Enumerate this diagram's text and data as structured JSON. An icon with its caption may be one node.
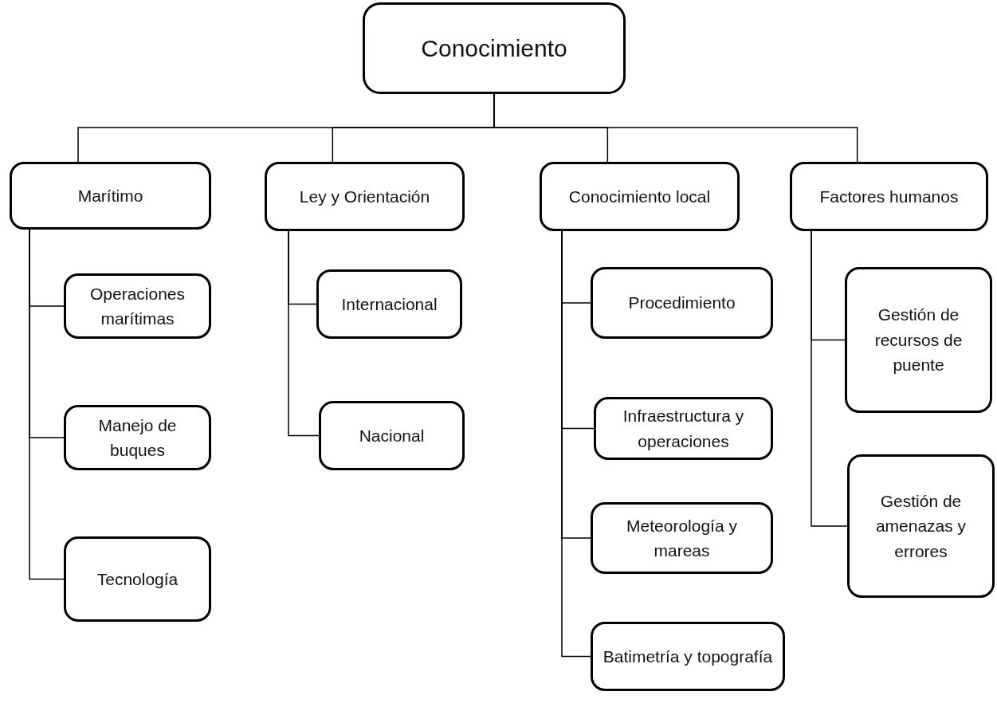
{
  "diagram": {
    "nodes": [
      {
        "text": [
          "Conocimiento"
        ]
      },
      {
        "text": [
          "Marítimo"
        ]
      },
      {
        "text": [
          "Ley y Orientación"
        ]
      },
      {
        "text": [
          "Conocimiento local"
        ]
      },
      {
        "text": [
          "Factores humanos"
        ]
      },
      {
        "text": [
          "Operaciones marítimas"
        ]
      },
      {
        "text": [
          "Manejo de buques"
        ]
      },
      {
        "text": [
          "Tecnología"
        ]
      },
      {
        "text": [
          "Internacional"
        ]
      },
      {
        "text": [
          "Nacional"
        ]
      },
      {
        "text": [
          "Procedimiento"
        ]
      },
      {
        "text": [
          "Infraestructura y operaciones"
        ]
      },
      {
        "text": [
          "Meteorología y mareas"
        ]
      },
      {
        "text": [
          "Batimetría y topografía"
        ]
      },
      {
        "text": [
          "Gestión de recursos de puente"
        ]
      },
      {
        "text": [
          "Gestión de amenazas y errores"
        ]
      }
    ],
    "edges": [
      {
        "from": 0,
        "to": 1,
        "arrow": "none"
      },
      {
        "from": 0,
        "to": 2,
        "arrow": "none"
      },
      {
        "from": 0,
        "to": 3,
        "arrow": "none"
      },
      {
        "from": 0,
        "to": 4,
        "arrow": "none"
      },
      {
        "from": 1,
        "to": 5,
        "arrow": "none"
      },
      {
        "from": 1,
        "to": 6,
        "arrow": "none"
      },
      {
        "from": 1,
        "to": 7,
        "arrow": "none"
      },
      {
        "from": 2,
        "to": 8,
        "arrow": "none"
      },
      {
        "from": 2,
        "to": 9,
        "arrow": "none"
      },
      {
        "from": 3,
        "to": 10,
        "arrow": "none"
      },
      {
        "from": 3,
        "to": 11,
        "arrow": "none"
      },
      {
        "from": 3,
        "to": 12,
        "arrow": "none"
      },
      {
        "from": 3,
        "to": 13,
        "arrow": "none"
      },
      {
        "from": 4,
        "to": 14,
        "arrow": "none"
      },
      {
        "from": 4,
        "to": 15,
        "arrow": "none"
      }
    ]
  }
}
